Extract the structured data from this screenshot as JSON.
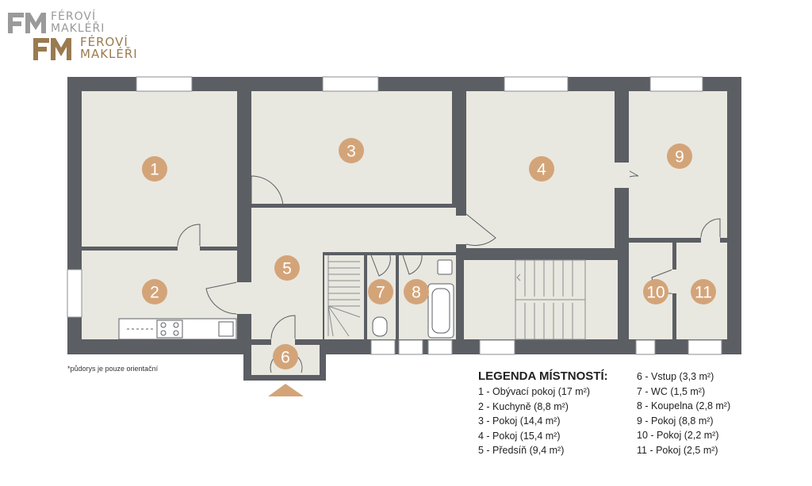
{
  "brand": {
    "logo_text_line1": "FÉROVÍ",
    "logo_text_line2": "MAKLÉŘI",
    "logo_text_gold_line1": "FÉROVÍ",
    "logo_text_gold_line2": "MAKLÉŘI",
    "grey_color": "#9a9a9a",
    "gold_color": "#9a7b50"
  },
  "colors": {
    "wall": "#5b5e63",
    "floor": "#e8e8e0",
    "marker": "#d4a479",
    "entry_arrow": "#d4a479"
  },
  "rooms": [
    {
      "number": "1"
    },
    {
      "number": "2"
    },
    {
      "number": "3"
    },
    {
      "number": "4"
    },
    {
      "number": "5"
    },
    {
      "number": "6"
    },
    {
      "number": "7"
    },
    {
      "number": "8"
    },
    {
      "number": "9"
    },
    {
      "number": "10"
    },
    {
      "number": "11"
    }
  ],
  "note": "*půdorys je pouze orientační",
  "legend": {
    "title": "LEGENDA MÍSTNOSTÍ:",
    "items": [
      "1 - Obývací pokoj (17 m²)",
      "2 - Kuchyně (8,8 m²)",
      "3 - Pokoj (14,4 m²)",
      "4 - Pokoj (15,4 m²)",
      "5 - Předsíň (9,4 m²)",
      "6 - Vstup (3,3 m²)",
      "7 - WC (1,5 m²)",
      "8 - Koupelna (2,8 m²)",
      "9 - Pokoj (8,8 m²)",
      "10 - Pokoj (2,2 m²)",
      "11 - Pokoj (2,5 m²)"
    ]
  }
}
